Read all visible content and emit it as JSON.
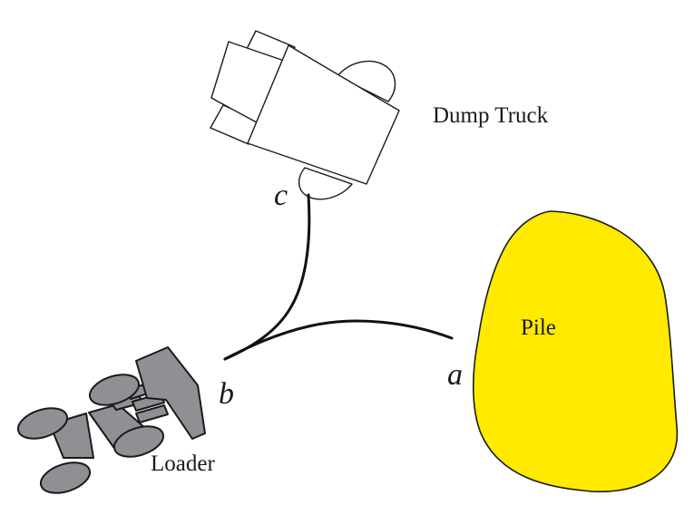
{
  "labels": {
    "dump_truck": "Dump Truck",
    "pile": "Pile",
    "loader": "Loader",
    "point_a": "a",
    "point_b": "b",
    "point_c": "c"
  },
  "colors": {
    "pile_fill": "#ffea00",
    "loader_fill": "#8f8f94",
    "line": "#111111",
    "background": "#ffffff"
  }
}
